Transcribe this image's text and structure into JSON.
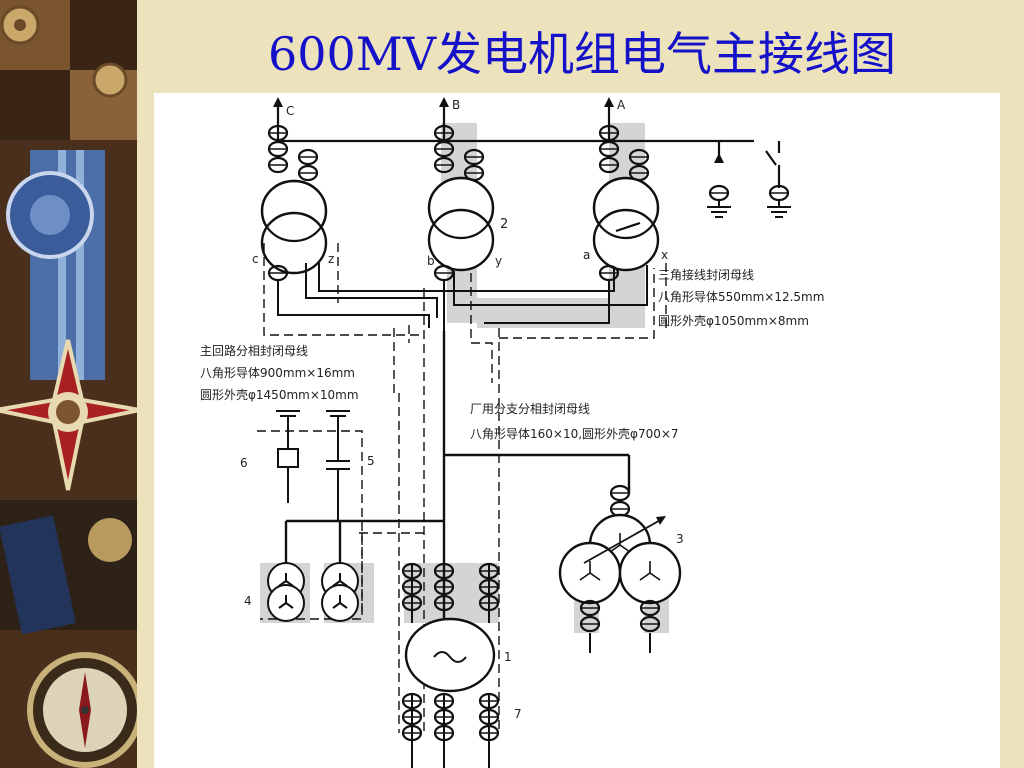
{
  "slide": {
    "title": "600MV发电机组电气主接线图"
  },
  "diagram": {
    "phases": [
      "C",
      "B",
      "A"
    ],
    "winding_labels": {
      "c": "c",
      "z": "z",
      "b": "b",
      "y": "y",
      "a": "a",
      "x": "x"
    },
    "numbers": {
      "n1": "1",
      "n2": "2",
      "n3": "3",
      "n4": "4",
      "n5": "5",
      "n6": "6",
      "n7": "7"
    },
    "notes": {
      "delta_bus": [
        "三角接线封闭母线",
        "八角形导体550mm×12.5mm",
        "圆形外壳φ1050mm×8mm"
      ],
      "main_bus": [
        "主回路分相封闭母线",
        "八角形导体900mm×16mm",
        "圆形外壳φ1450mm×10mm"
      ],
      "branch_bus": [
        "厂用分支分相封闭母线",
        "八角形导体160×10,圆形外壳φ700×7"
      ]
    }
  },
  "background": {
    "panel_color": "#5a3a22",
    "slide_color": "#ece3bd",
    "title_color": "#1411c9"
  }
}
